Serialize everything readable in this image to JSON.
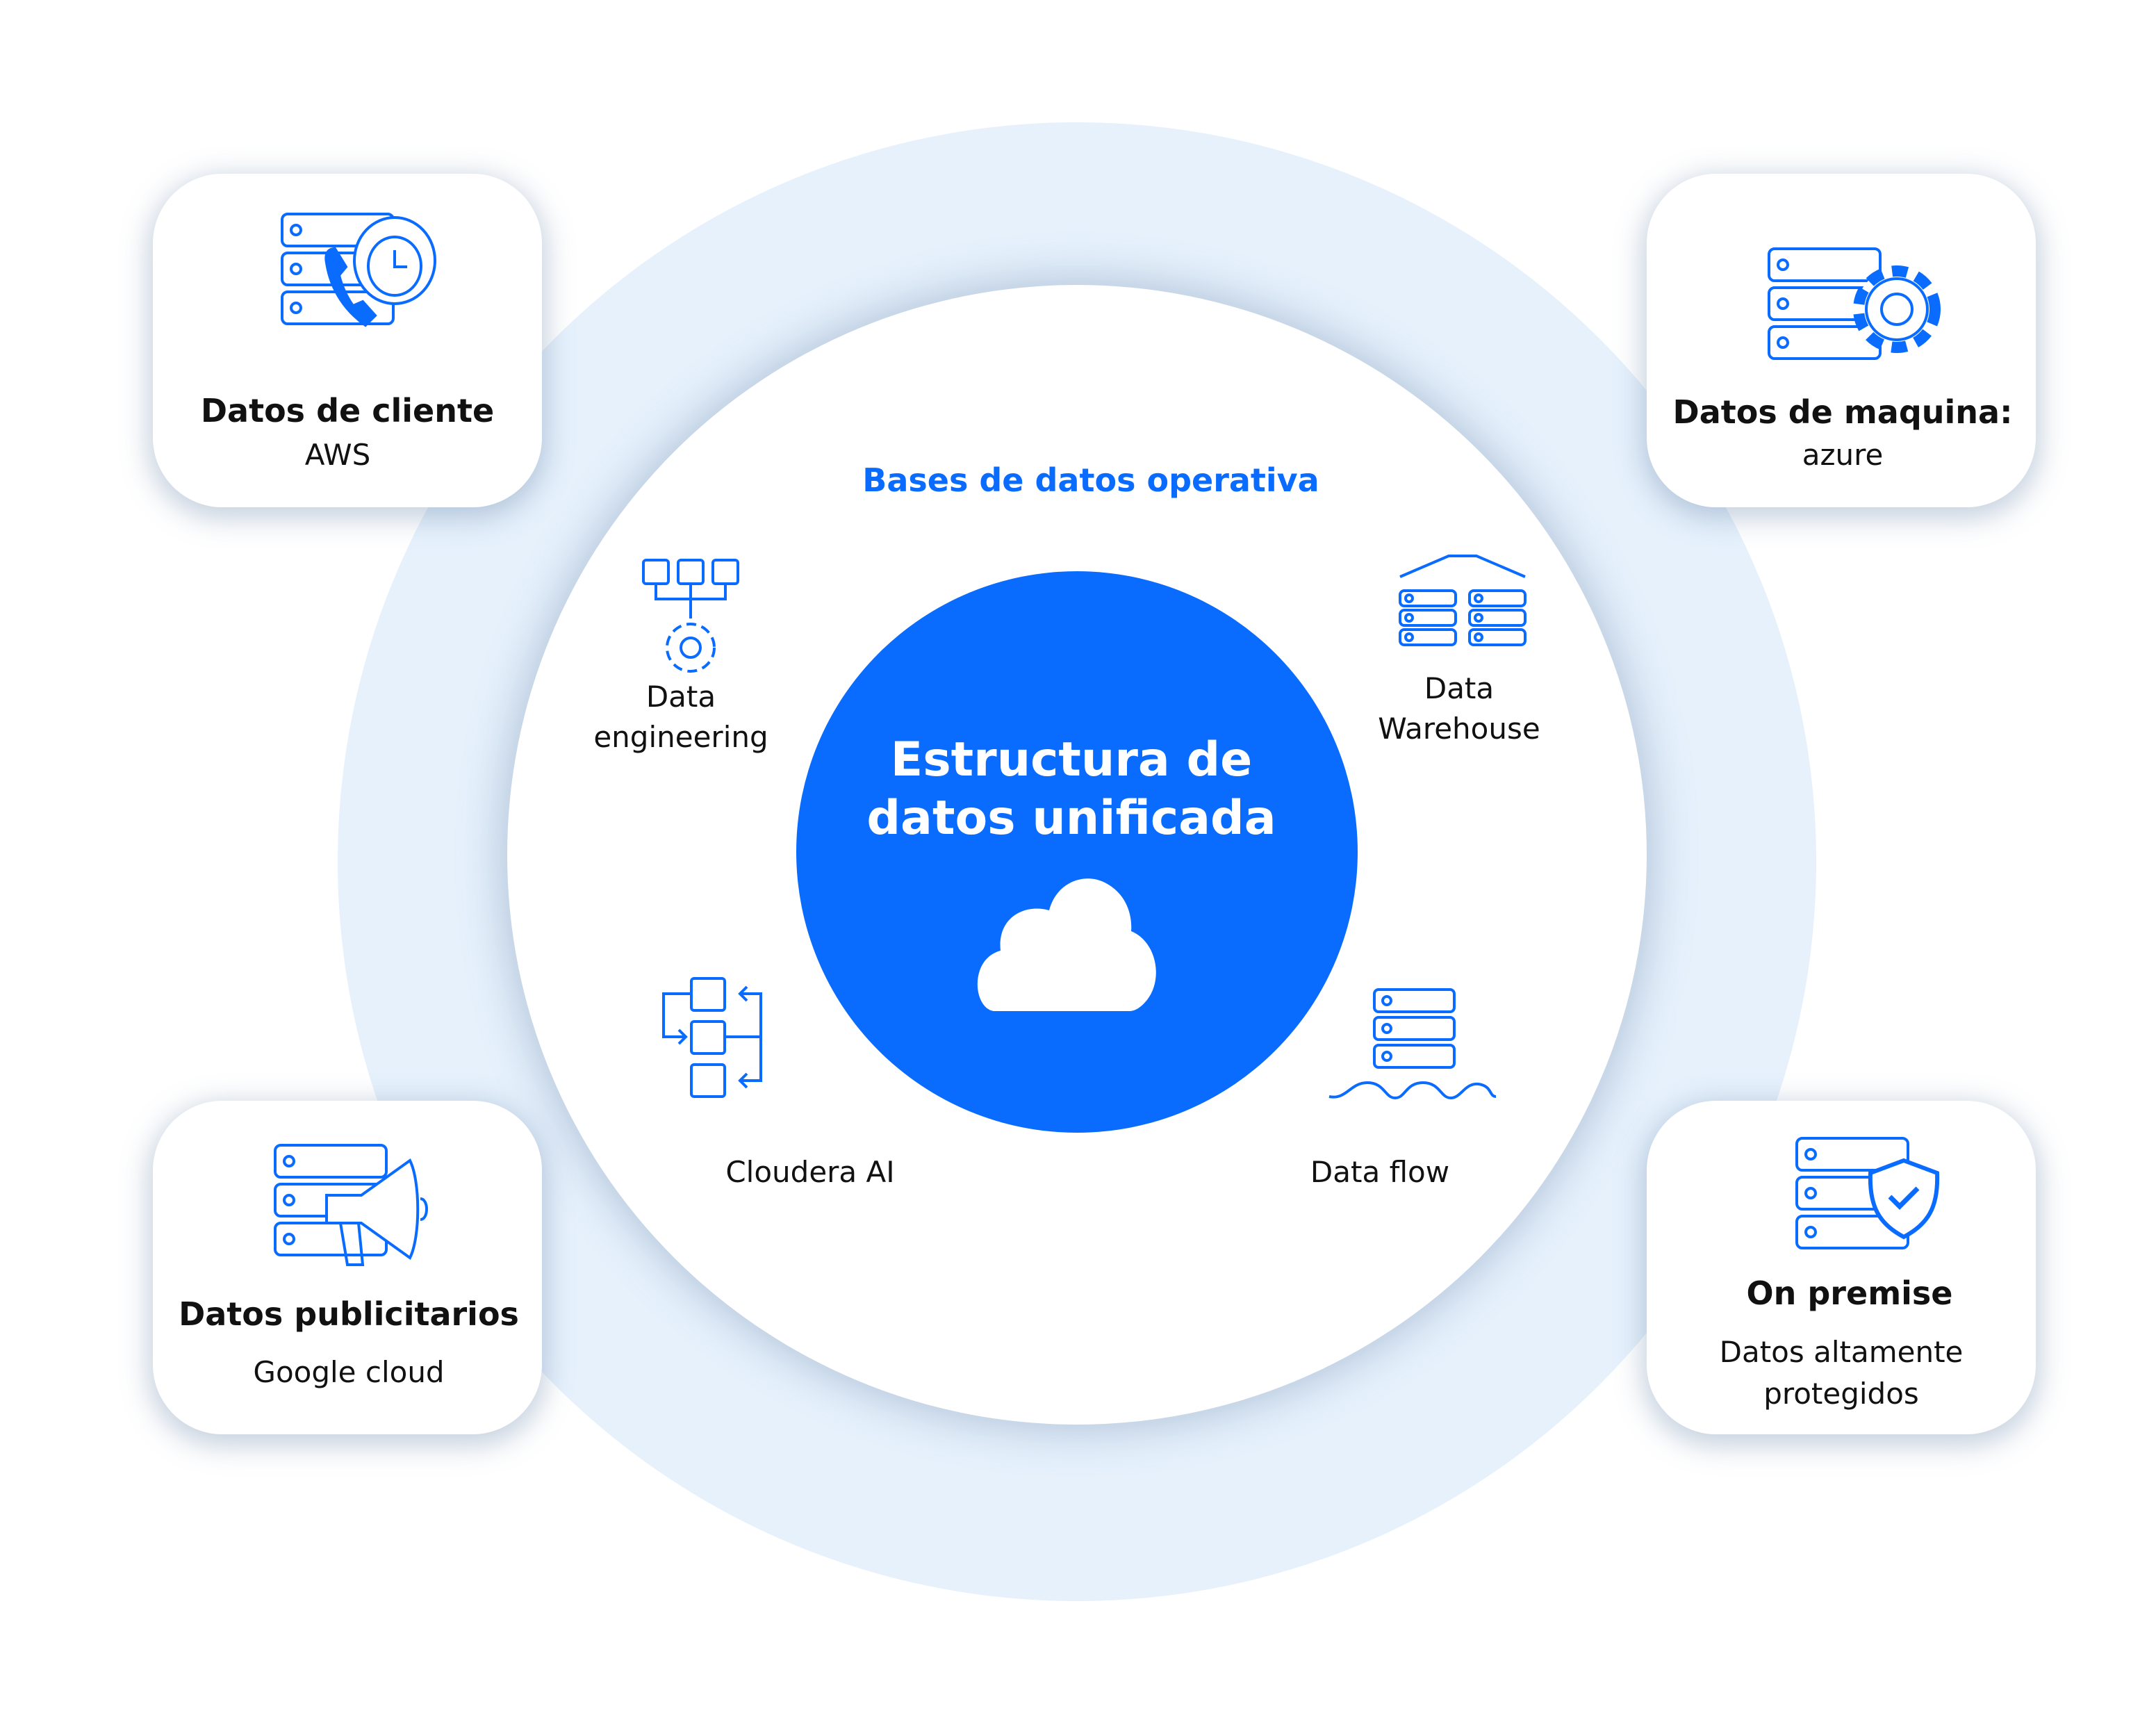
{
  "accent_color": "#0a6cff",
  "sources": [
    {
      "title": "Datos de cliente",
      "subtitle": "AWS",
      "icon": "server-phone-clock-icon"
    },
    {
      "title": "Datos de maquina:",
      "subtitle": "azure",
      "icon": "server-gear-icon"
    },
    {
      "title": "Datos publicitarios",
      "subtitle": "Google cloud",
      "icon": "server-megaphone-icon"
    },
    {
      "title": "On premise",
      "subtitle_lines": [
        "Datos altamente",
        "protegidos"
      ],
      "icon": "server-shield-icon"
    }
  ],
  "ring": {
    "heading": "Bases de datos operativa",
    "services": [
      {
        "lines": [
          "Data",
          "engineering"
        ],
        "icon": "gear-network-icon"
      },
      {
        "lines": [
          "Data",
          "Warehouse"
        ],
        "icon": "warehouse-icon"
      },
      {
        "label": "Cloudera AI",
        "icon": "flow-blocks-icon"
      },
      {
        "label": "Data flow",
        "icon": "server-waves-icon"
      }
    ]
  },
  "core": {
    "lines": [
      "Estructura de",
      "datos unificada"
    ],
    "icon": "cloud-icon"
  }
}
